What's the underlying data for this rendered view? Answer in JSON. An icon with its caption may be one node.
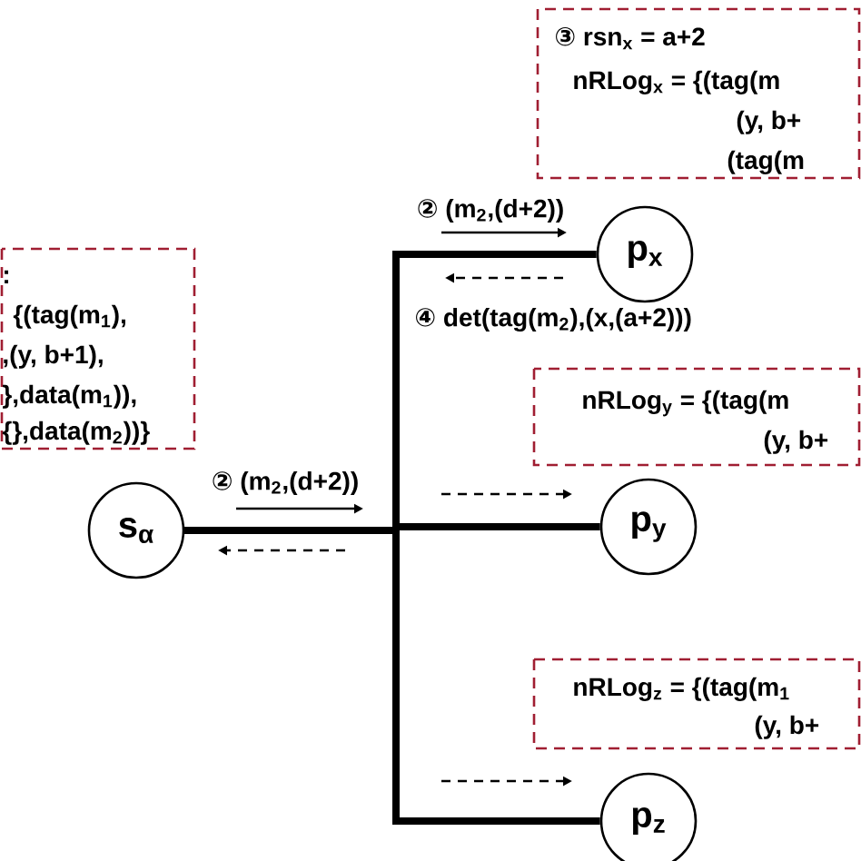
{
  "diagram": {
    "nodes": [
      {
        "text": [
          "③ rsn$_{x}$ = a+2",
          "nRLog$_{x}$ = {(tag(m",
          "(y, b+",
          "(tag(m"
        ]
      },
      {
        "text": [
          ":",
          "{(tag(m$_{1}$),",
          ",(y, b+1),",
          "},data(m$_{1}$)),",
          "{},data(m$_{2}$))}"
        ]
      },
      {
        "text": [
          "p$_{x}$"
        ]
      },
      {
        "text": [
          "s$_{α}$"
        ]
      },
      {
        "text": [
          "nRLog$_{y}$ = {(tag(m",
          "(y, b+"
        ]
      },
      {
        "text": [
          "p$_{y}$"
        ]
      },
      {
        "text": [
          "nRLog$_{z}$ = {(tag(m$_{1}$",
          "(y, b+"
        ]
      },
      {
        "text": [
          "p$_{z}$"
        ]
      }
    ],
    "edges": [
      {
        "from": 3,
        "to": 2,
        "arrow": "none"
      },
      {
        "from": 3,
        "to": 5,
        "arrow": "none"
      },
      {
        "from": 3,
        "to": 7,
        "arrow": "none"
      }
    ],
    "labels": [
      "② (m$_{2}$,(d+2))",
      "④ det(tag(m$_{2}$),(x,(a+2)))",
      "② (m$_{2}$,(d+2))"
    ]
  }
}
